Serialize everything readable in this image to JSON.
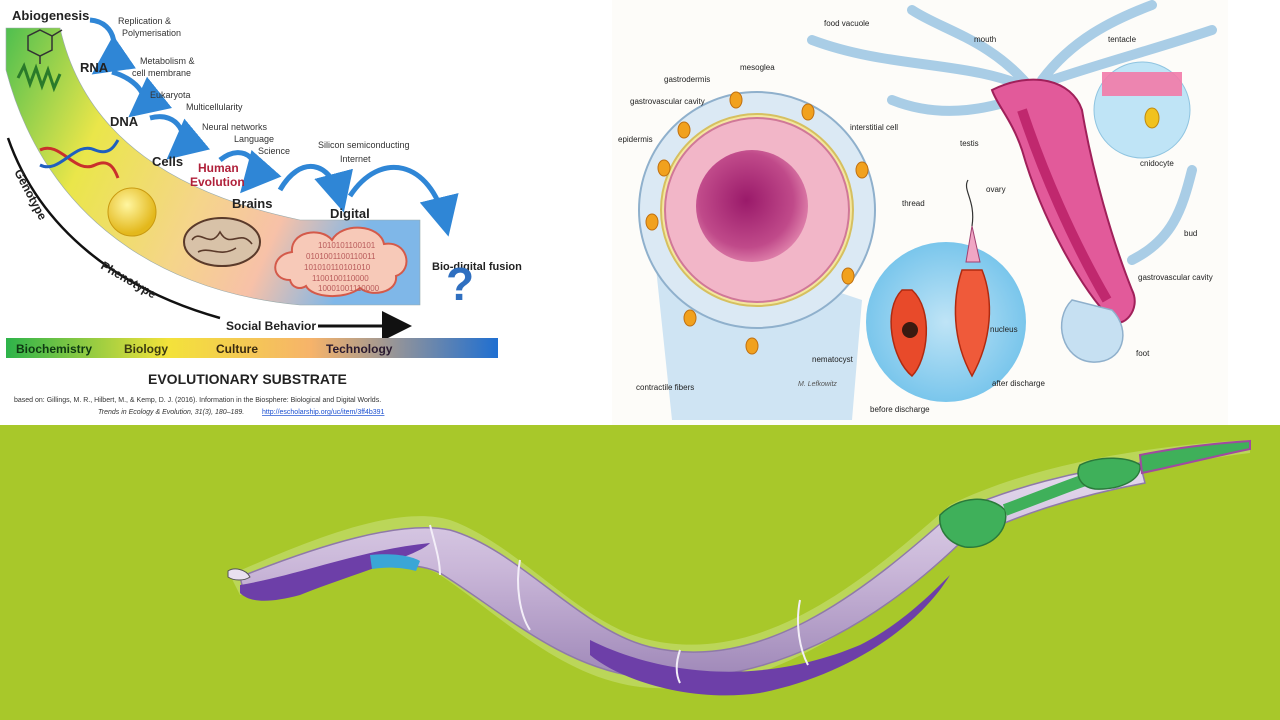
{
  "evolution": {
    "stages": [
      "Abiogenesis",
      "RNA",
      "DNA",
      "Cells",
      "Brains",
      "Digital",
      "Bio-digital fusion"
    ],
    "human_evolution": [
      "Human",
      "Evolution"
    ],
    "transitions": [
      "Replication &",
      "Polymerisation",
      "Metabolism &",
      "cell membrane",
      "Eukaryota",
      "Multicellularity",
      "Neural networks",
      "Language",
      "Science",
      "Silicon semiconducting",
      "Internet"
    ],
    "binary_lines": [
      "1010101100101",
      "0101001100110011",
      "101010110101010",
      "1100100110000",
      "10001001110000"
    ],
    "axis_labels": [
      "Genotype",
      "Phenotype",
      "Social Behavior"
    ],
    "substrate_bands": [
      "Biochemistry",
      "Biology",
      "Culture",
      "Technology"
    ],
    "substrate_title": "EVOLUTIONARY SUBSTRATE",
    "citation": [
      "based on: Gillings, M. R., Hilbert, M., & Kemp, D. J. (2016). Information in the Biosphere: Biological and Digital Worlds.",
      "Trends in Ecology & Evolution, 31(3), 180–189."
    ],
    "citation_link": "http://escholarship.org/uc/item/3ff4b391",
    "question_mark": "?",
    "colors": {
      "green": "#2db34a",
      "yellow": "#f3e23a",
      "orange": "#f2a16a",
      "blue": "#1f6fd1",
      "arrow": "#2f86d6",
      "red_text": "#b0203a"
    }
  },
  "hydra": {
    "labels": [
      "food vacuole",
      "mesoglea",
      "gastrodermis",
      "gastrovascular cavity",
      "epidermis",
      "interstitial cell",
      "thread",
      "nematocyst",
      "nucleus",
      "contractile fibers",
      "before discharge",
      "after discharge",
      "mouth",
      "tentacle",
      "testis",
      "ovary",
      "cnidocyte",
      "bud",
      "gastrovascular cavity",
      "foot"
    ],
    "signature": "M. Lefkowitz"
  },
  "worm": {
    "background_color": "#a8c82a",
    "body_color": "#c9b6d8",
    "muscle_color": "#6d3fa8",
    "pharynx_color": "#3fb05a"
  }
}
